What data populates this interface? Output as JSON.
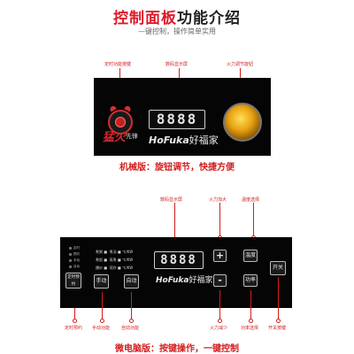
{
  "header": {
    "title_part1": "控制面板",
    "title_part2": "功能介绍",
    "subtitle": "—键控制，操作简单实用"
  },
  "mechanical": {
    "labels": {
      "timer_button": "定时功能按键",
      "digital_display": "数码显示屏",
      "firepower_knob": "火力调节旋钮"
    },
    "brand_big": "猛火",
    "brand_small": "先锋",
    "timer_icon": "alarm-clock-icon",
    "display_value": "8888",
    "logo_latin": "HoFuka",
    "logo_cn": "好福家",
    "caption": "机械版：旋钮调节，快捷方便"
  },
  "micro": {
    "labels_top": {
      "digital_display": "数码显示屏",
      "fire_up": "火力加大",
      "temp_select": "温度选择"
    },
    "labels_bottom": {
      "timer_reserve": "定时预约",
      "manual": "手动功能",
      "auto": "自动功能",
      "fire_down": "火力减少",
      "power_select": "功率选择",
      "on_off": "开关按键"
    },
    "buttons": {
      "timer_reserve": "定时预约",
      "manual": "手动",
      "auto": "自动",
      "plus": "+",
      "temperature": "温度",
      "minus": "-",
      "power": "功率",
      "on_off": "开关"
    },
    "left_indicators": [
      "定时",
      "预约",
      "手动",
      "自动"
    ],
    "mid_rows": [
      {
        "left": "煮粥 ■",
        "right": "煮汤 ■",
        "unit": "℃/KW"
      },
      {
        "left": "煮饭 ■",
        "right": "蒸煮 ■",
        "unit": "℃/KW"
      },
      {
        "left": "爆炒 ■",
        "right": "煎炸 ■",
        "unit": "℃/KW"
      }
    ],
    "display_value": "8888",
    "logo_latin": "HoFuka",
    "logo_cn": "好福家",
    "caption": "微电脑版：按键操作，一键控制"
  },
  "colors": {
    "accent_red": "#d21e1e",
    "panel_black": "#050505",
    "knob_gold": "#e9a412"
  }
}
